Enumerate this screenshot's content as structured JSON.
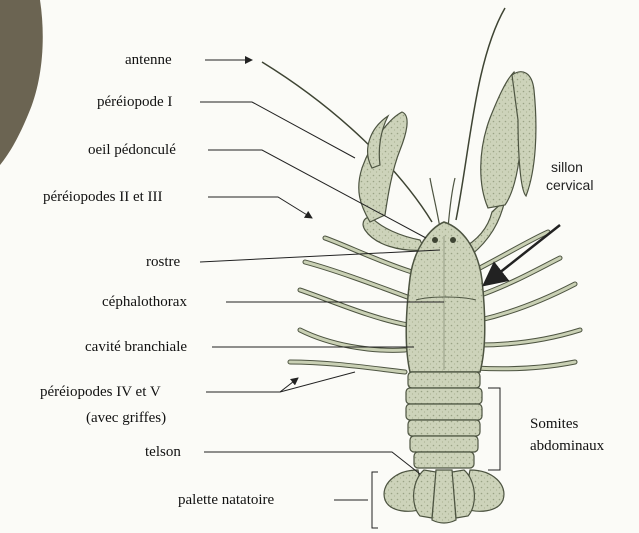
{
  "labels": {
    "antenne": "antenne",
    "pereiopode_1": "péréiopode I",
    "oeil": "oeil pédonculé",
    "pereiopodes_2_3": "péréiopodes II et III",
    "rostre": "rostre",
    "cephalothorax": "céphalothorax",
    "cavite": "cavité branchiale",
    "pereiopodes_4_5_line1": "péréiopodes IV et V",
    "pereiopodes_4_5_line2": "(avec griffes)",
    "telson": "telson",
    "palette": "palette natatoire",
    "sillon_line1": "sillon",
    "sillon_line2": "cervical",
    "somites_line1": "Somites",
    "somites_line2": "abdominaux"
  },
  "colors": {
    "background": "#fbfbf7",
    "decor_shape": "#6b6452",
    "body_fill": "#c9d0b4",
    "body_stroke": "#4d5441",
    "leader_line": "#222222"
  }
}
